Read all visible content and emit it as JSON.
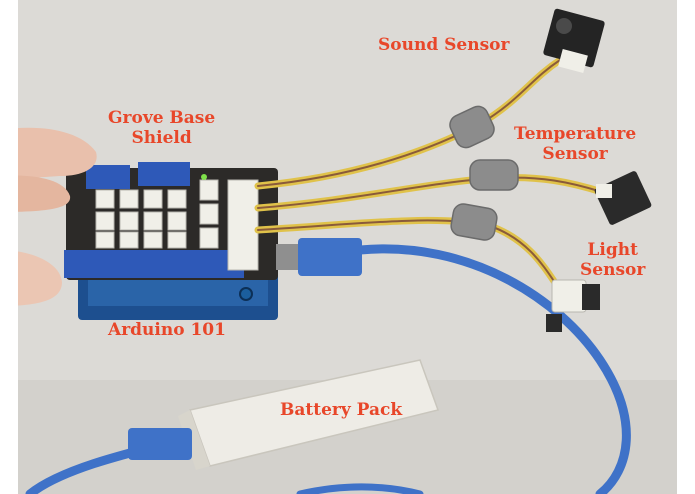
{
  "labels": {
    "sound_sensor": "Sound Sensor",
    "grove_base_shield_line1": "Grove Base",
    "grove_base_shield_line2": "Shield",
    "temperature_sensor_line1": "Temperature",
    "temperature_sensor_line2": "Sensor",
    "light_sensor_line1": "Light",
    "light_sensor_line2": "Sensor",
    "arduino_101": "Arduino 101",
    "battery_pack": "Battery Pack"
  },
  "colors": {
    "label_text": "#e8472a",
    "background": "#dcdad6",
    "usb_cable": "#3f72c8",
    "grove_connector": "#2e59b8",
    "battery_body": "#eeece6"
  }
}
